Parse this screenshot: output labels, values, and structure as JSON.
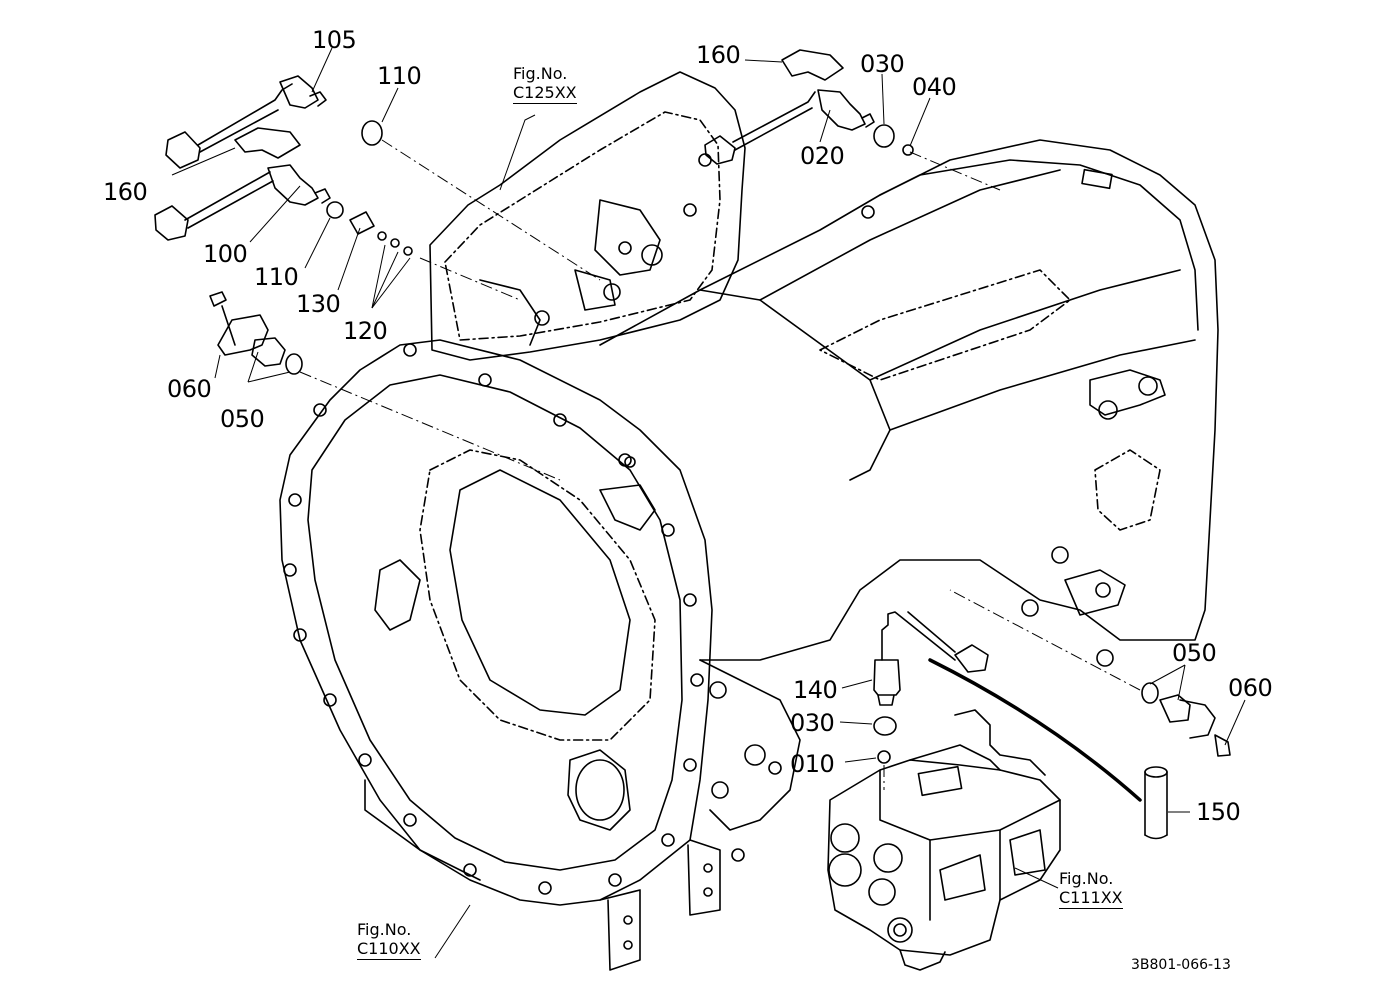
{
  "part_labels": {
    "p105": "105",
    "p110_top": "110",
    "p160_top": "160",
    "p030_top": "030",
    "p040": "040",
    "p020": "020",
    "p160_left": "160",
    "p100": "100",
    "p110_mid": "110",
    "p130": "130",
    "p120": "120",
    "p060_left": "060",
    "p050_left": "050",
    "p050_right": "050",
    "p060_right": "060",
    "p140": "140",
    "p030_bottom": "030",
    "p010": "010",
    "p150": "150"
  },
  "figure_refs": {
    "c125": {
      "prefix": "Fig.No.",
      "code": "C125XX"
    },
    "c110": {
      "prefix": "Fig.No.",
      "code": "C110XX"
    },
    "c111": {
      "prefix": "Fig.No.",
      "code": "C111XX"
    }
  },
  "drawing_code": "3B801-066-13",
  "colors": {
    "ink": "#000000",
    "paper": "#ffffff"
  }
}
